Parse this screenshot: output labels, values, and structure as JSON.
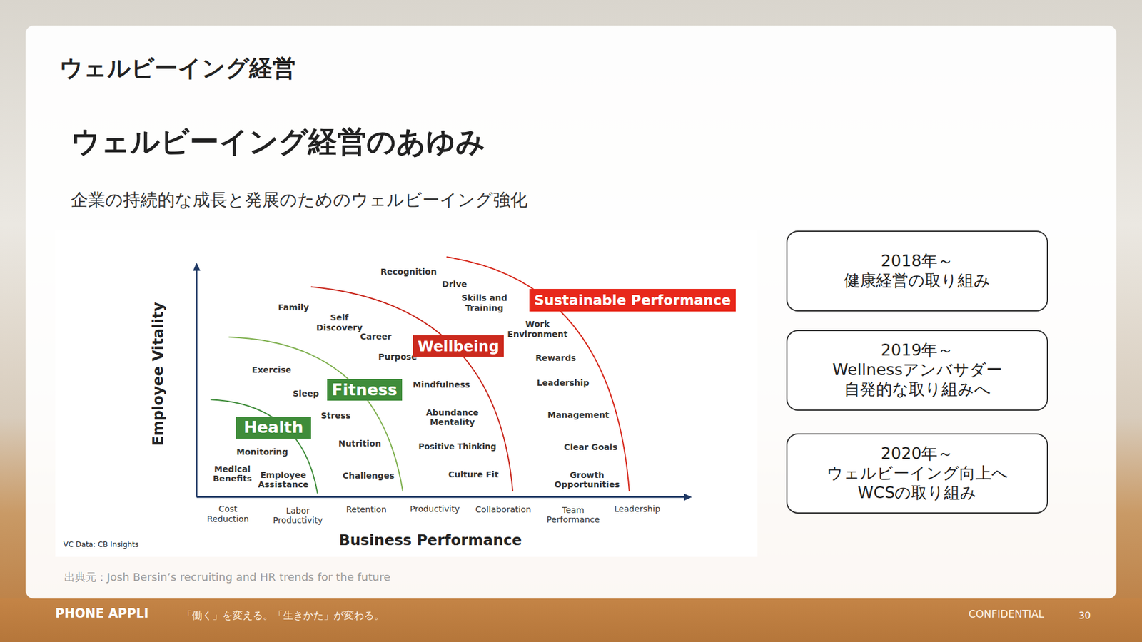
{
  "diagram": {
    "title": "ウェルビーイング経営",
    "nodes": [
      {
        "text": [
          "Sustainable Performance"
        ]
      },
      {
        "text": [
          "Wellbeing"
        ]
      },
      {
        "text": [
          "Fitness"
        ]
      },
      {
        "text": [
          "Health"
        ]
      },
      {
        "text": [
          "2018年～ 健康経営の取り組み"
        ]
      },
      {
        "text": [
          "2019年～ Wellnessアンバサダー 自発的な取り組みへ"
        ]
      },
      {
        "text": [
          "2020年～ ウェルビーイング向上へ WCSの取り組み"
        ]
      }
    ],
    "labels": [
      "ウェルビーイング経営のあゆみ",
      "企業の持続的な成長と発展のためのウェルビーイング強化",
      "Employee Vitality",
      "Recognition",
      "Drive",
      "Skills and Training",
      "Family",
      "Self Discovery",
      "Career",
      "Work Environment",
      "Purpose",
      "Rewards",
      "Exercise",
      "Mindfulness",
      "Leadership",
      "Sleep",
      "Stress",
      "Abundance Mentality",
      "Management",
      "Nutrition",
      "Monitoring",
      "Positive Thinking",
      "Clear Goals",
      "Medical Benefits",
      "Employee Assistance",
      "Challenges",
      "Culture Fit",
      "Growth Opportunities",
      "Cost Reduction",
      "Labor Productivity",
      "Retention",
      "Productivity",
      "Collaboration",
      "Team Performance",
      "Leadership",
      "Business Performance",
      "VC Data: CB Insights",
      "出典元：Josh Bersin’s recruiting and HR trends for the future",
      "PHONE APPLI",
      "「働く」を変える。「生きかた」が変わる。",
      "CONFIDENTIAL",
      "30"
    ]
  }
}
